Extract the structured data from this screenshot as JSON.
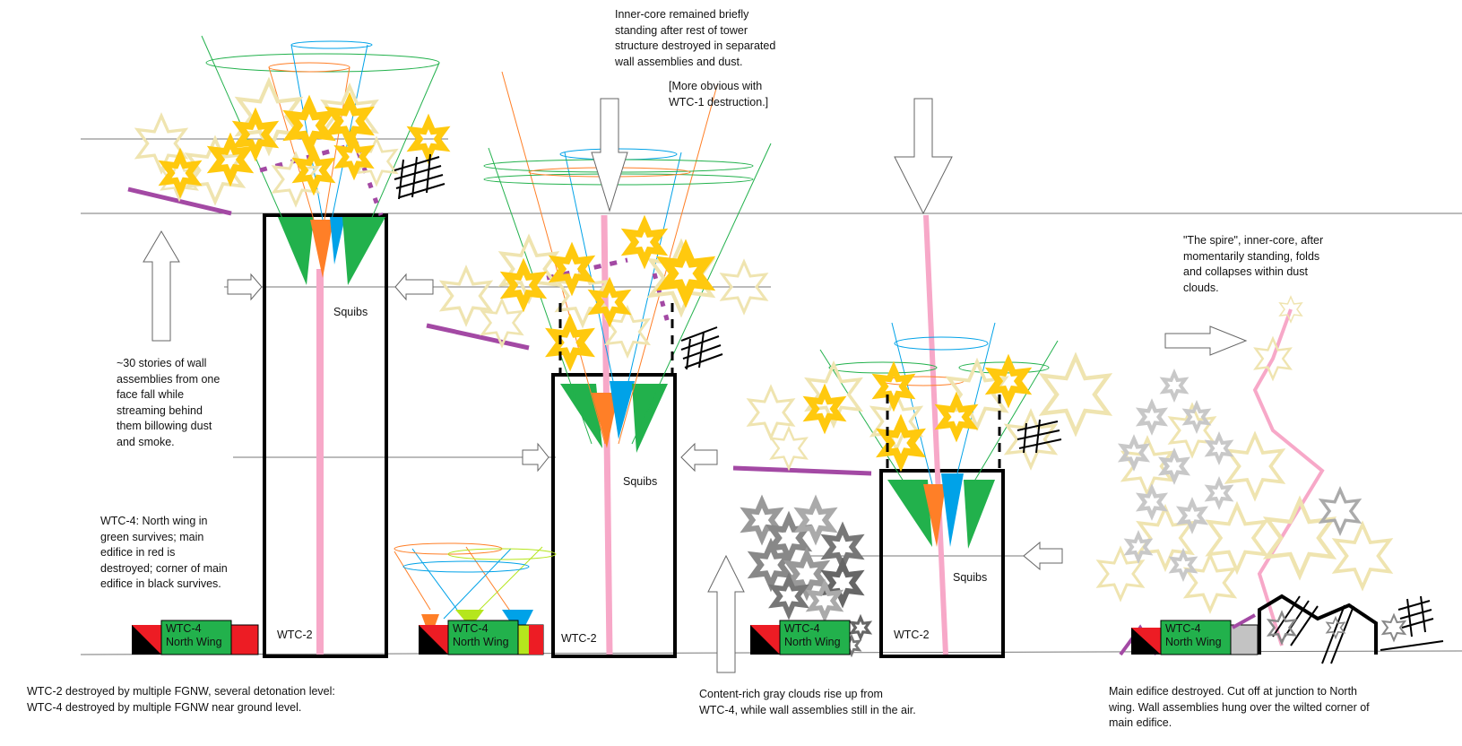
{
  "labels": {
    "inner_core": "Inner-core remained briefly\nstanding after rest of tower\nstructure destroyed in separated\nwall assemblies and dust.",
    "wtc1_note": "[More obvious with\nWTC-1 destruction.]",
    "wall_assemblies": "~30 stories of wall\nassemblies from one\nface fall while\nstreaming behind\nthem billowing dust\nand smoke.",
    "wtc4_note": "WTC-4: North wing in\ngreen survives; main\nedifice in red is\ndestroyed; corner of main\nedifice in black survives.",
    "bottom_left": "WTC-2 destroyed by multiple FGNW, several detonation level:\nWTC-4 destroyed by multiple FGNW near ground level.",
    "bottom_mid": "Content-rich gray clouds rise up from\nWTC-4, while wall assemblies still in  the air.",
    "spire": "\"The spire\", inner-core, after\nmomentarily standing, folds\nand collapses within dust\nclouds.",
    "bottom_right": "Main edifice destroyed. Cut off at junction to North\nwing. Wall assemblies hung over the wilted corner of\nmain edifice."
  },
  "panels": [
    {
      "tower": "WTC-2",
      "squibs": "Squibs",
      "wtc4": "WTC-4\nNorth Wing"
    },
    {
      "tower": "WTC-2",
      "squibs": "Squibs",
      "wtc4": "WTC-4\nNorth Wing"
    },
    {
      "tower": "WTC-2",
      "squibs": "Squibs",
      "wtc4": "WTC-4\nNorth Wing"
    },
    {
      "tower": "",
      "squibs": "",
      "wtc4": "WTC-4\nNorth Wing"
    }
  ],
  "colors": {
    "green": "#22b14c",
    "red": "#ed1c24",
    "orange": "#ff7f27",
    "blue": "#00a2e8",
    "pink": "#f7a8c8",
    "gold": "#ffc90e",
    "cream": "#efe4b0",
    "purple": "#a349a4",
    "gray": "#aaaaaa",
    "lime": "#b5e61d"
  }
}
